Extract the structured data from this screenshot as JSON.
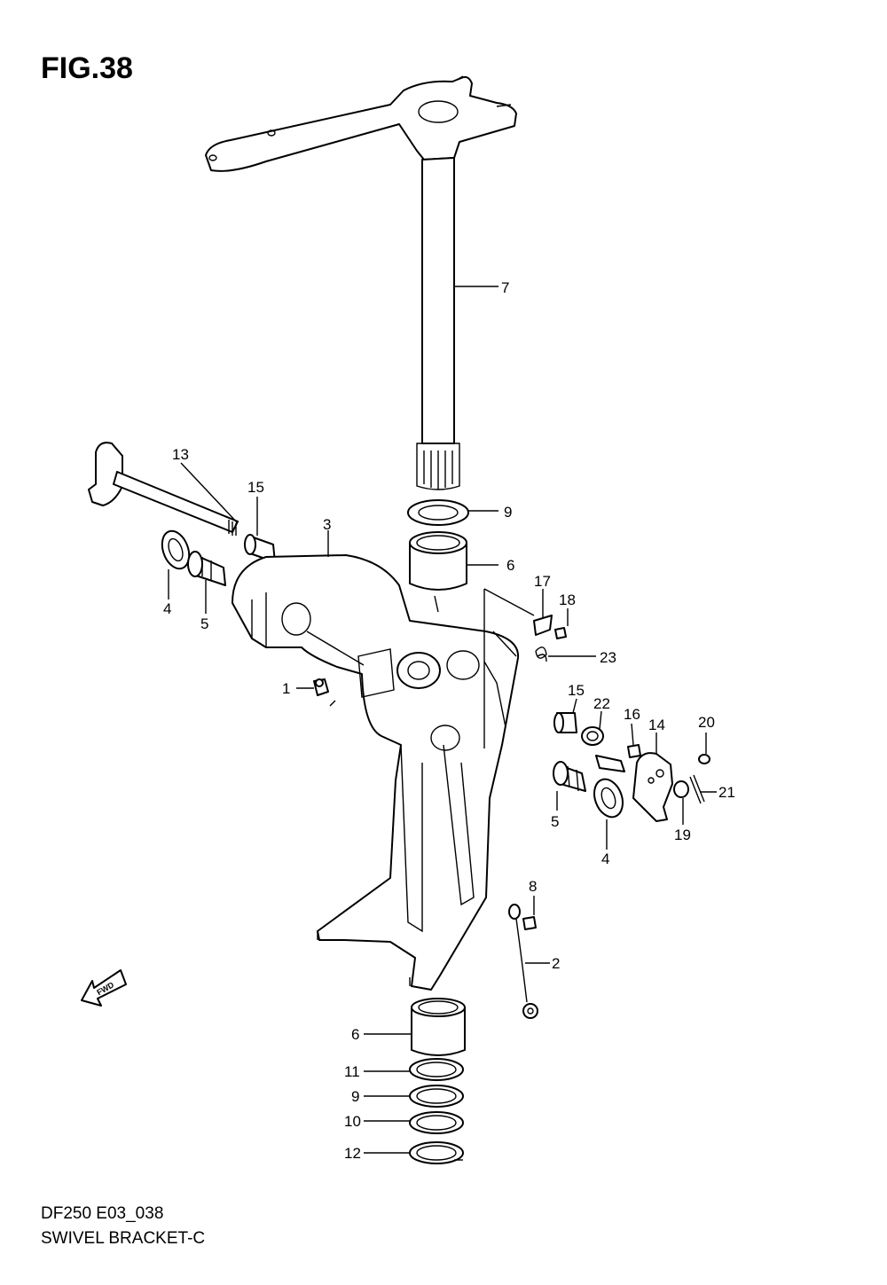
{
  "header": {
    "figure_title": "FIG.38"
  },
  "footer": {
    "model_code": "DF250 E03_038",
    "section_name": "SWIVEL BRACKET-C"
  },
  "fwd_arrow_label": "FWD",
  "callouts": {
    "c7": "7",
    "c13": "13",
    "c15a": "15",
    "c3": "3",
    "c9a": "9",
    "c6a": "6",
    "c4a": "4",
    "c5a": "5",
    "c17": "17",
    "c18": "18",
    "c23": "23",
    "c1": "1",
    "c15b": "15",
    "c22": "22",
    "c16": "16",
    "c14": "14",
    "c20": "20",
    "c21": "21",
    "c19": "19",
    "c5b": "5",
    "c4b": "4",
    "c8": "8",
    "c2": "2",
    "c6b": "6",
    "c11": "11",
    "c9b": "9",
    "c10": "10",
    "c12": "12"
  }
}
